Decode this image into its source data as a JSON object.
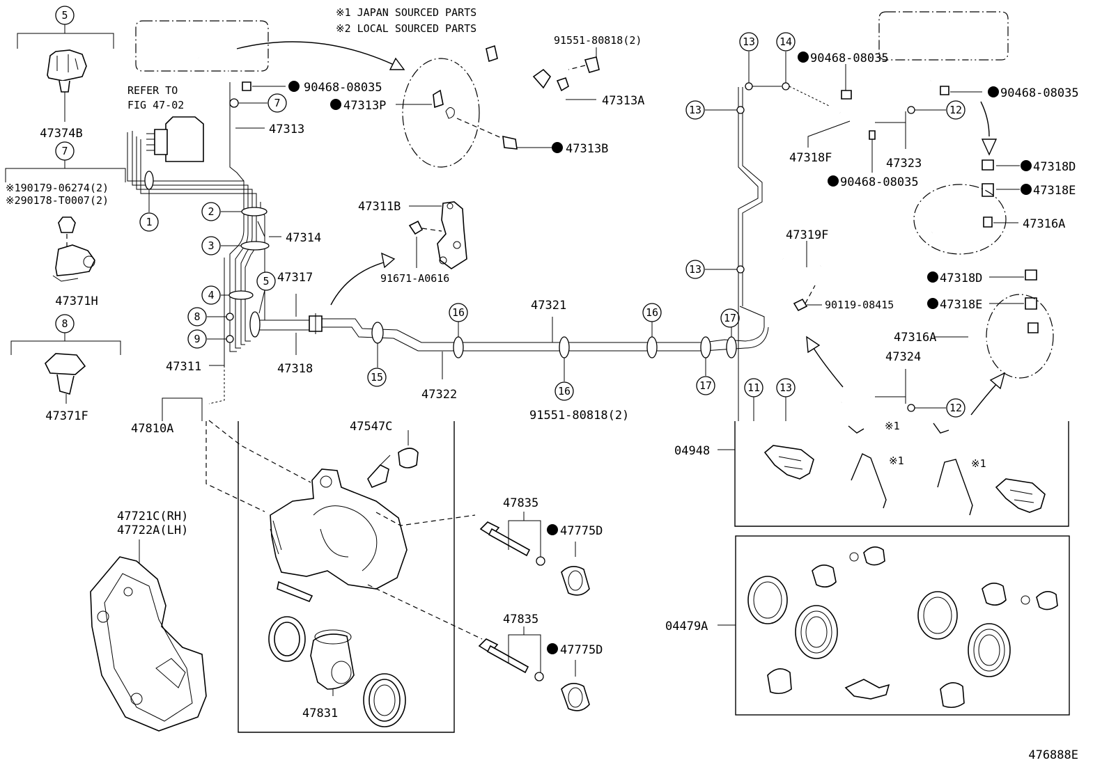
{
  "notes": {
    "note1": "※1 JAPAN SOURCED PARTS",
    "note2": "※2 LOCAL SOURCED PARTS",
    "refer_line1": "REFER TO",
    "refer_line2": "FIG 47-02"
  },
  "callout_numbers": [
    "1",
    "2",
    "3",
    "4",
    "5",
    "7",
    "8",
    "9",
    "11",
    "12",
    "13",
    "14",
    "15",
    "16",
    "17"
  ],
  "part_labels": {
    "p47374B": "47374B",
    "p47371H": "47371H",
    "p47371F": "47371F",
    "p190179": "※190179-06274(2)",
    "p290178": "※290178-T0007(2)",
    "p47313": "47313",
    "p90468_a": "90468-08035",
    "p47313P": "47313P",
    "p47313A": "47313A",
    "p47313B": "47313B",
    "p91551_top": "91551-80818(2)",
    "p47314": "47314",
    "p47311B": "47311B",
    "p91671": "91671-A0616",
    "p47317": "47317",
    "p47318": "47318",
    "p47311": "47311",
    "p47810A": "47810A",
    "p47321": "47321",
    "p47322": "47322",
    "p91551_bot": "91551-80818(2)",
    "p47547C": "47547C",
    "p47835_a": "47835",
    "p47775D_a": "47775D",
    "p47835_b": "47835",
    "p47775D_b": "47775D",
    "p47721C": "47721C(RH)",
    "p47722A": "47722A(LH)",
    "p47831": "47831",
    "p90468_b": "90468-08035",
    "p47318F": "47318F",
    "p47323": "47323",
    "p90468_c": "90468-08035",
    "p90468_d": "90468-08035",
    "p47318D_a": "47318D",
    "p47318E_a": "47318E",
    "p47316A_a": "47316A",
    "p47319F": "47319F",
    "p90119": "90119-08415",
    "p47318D_b": "47318D",
    "p47318E_b": "47318E",
    "p47316A_b": "47316A",
    "p47324": "47324",
    "p04948": "04948",
    "p04479A": "04479A",
    "mark1": "※1",
    "diagram_id": "476888E"
  }
}
